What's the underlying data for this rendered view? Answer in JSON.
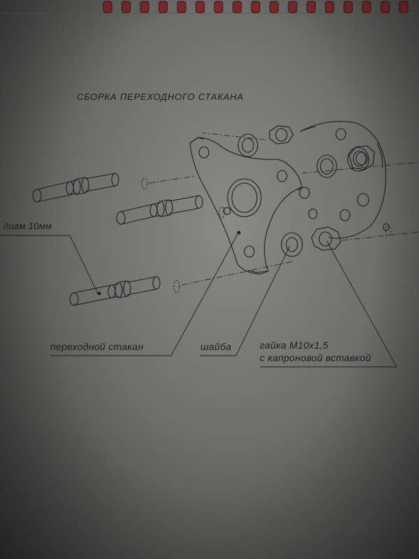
{
  "title": "СБОРКА ПЕРЕХОДНОГО СТАКАНА",
  "labels": {
    "stud_diameter": "диам.10мм",
    "adapter": "переходной стакан",
    "washer": "шайба",
    "nut_line1": "гайка М10х1,5",
    "nut_line2": "с капроновой вставкой"
  },
  "colors": {
    "line": "#1e1e1e",
    "paper": "#7d7d7b",
    "binding_rings": "#7a2a2a"
  },
  "icons": {
    "binding": "spiral-binding-rings"
  }
}
